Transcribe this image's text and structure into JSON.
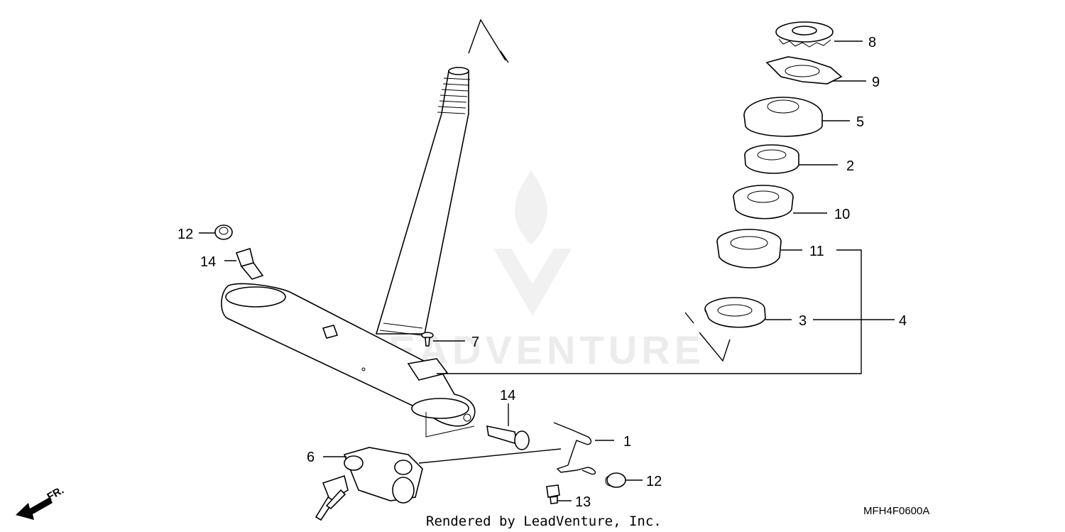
{
  "diagram": {
    "parts": [
      {
        "ref": "parts.0.label",
        "label": "1",
        "icon": "hair-clip-icon"
      },
      {
        "label": "2",
        "icon": "dust-seal-icon"
      },
      {
        "label": "3",
        "icon": "lower-dust-seal-icon"
      },
      {
        "label": "4",
        "icon": "bearing-set-icon"
      },
      {
        "label": "5",
        "icon": "adjusting-nut-icon"
      },
      {
        "label": "6",
        "icon": "steering-lock-icon"
      },
      {
        "label": "7",
        "icon": "screw-icon"
      },
      {
        "label": "8",
        "icon": "lock-nut-icon"
      },
      {
        "label": "9",
        "icon": "lock-washer-icon"
      },
      {
        "label": "10",
        "icon": "upper-bearing-icon"
      },
      {
        "label": "11",
        "icon": "lower-bearing-icon"
      },
      {
        "label": "12",
        "icon": "cap-icon"
      },
      {
        "label": "13",
        "icon": "bolt-icon"
      },
      {
        "label": "14",
        "icon": "socket-bolt-icon"
      }
    ],
    "watermark": "LEADVENTURE",
    "credit": "Rendered by LeadVenture, Inc.",
    "diagram_code": "MFH4F0600A",
    "front_indicator": "FR."
  }
}
